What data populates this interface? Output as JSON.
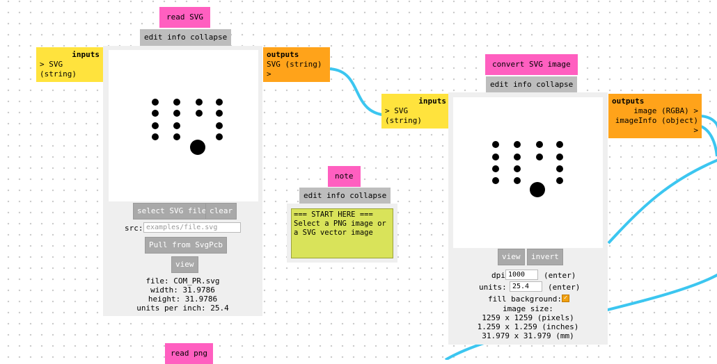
{
  "read_svg": {
    "title": "read SVG",
    "menu": "edit info collapse",
    "inputs_header": "inputs",
    "input_port": "> SVG (string)",
    "outputs_header": "outputs",
    "output_port": "SVG (string) >",
    "select_button": "select SVG file",
    "clear_button": "clear",
    "src_label": "src:",
    "src_placeholder": "examples/file.svg",
    "pull_button": "Pull from SvgPcb",
    "view_button": "view",
    "file_line": "file: COM_PR.svg",
    "width_line": "width: 31.9786",
    "height_line": "height: 31.9786",
    "units_line": "units per inch: 25.4"
  },
  "convert": {
    "title": "convert SVG image",
    "menu": "edit info collapse",
    "inputs_header": "inputs",
    "input_port": "> SVG (string)",
    "outputs_header": "outputs",
    "output_port_1": "image (RGBA) >",
    "output_port_2": "imageInfo (object) >",
    "view_button": "view",
    "invert_button": "invert",
    "dpi_label": "dpi:",
    "dpi_value": "1000",
    "dpi_hint": "(enter)",
    "units_label": "units:",
    "units_value": "25.4",
    "units_hint": "(enter)",
    "fill_label": "fill background:",
    "fill_checked": true,
    "size_title": "image size:",
    "size_pixels": "1259 x 1259 (pixels)",
    "size_inches": "1.259 x 1.259 (inches)",
    "size_mm": "31.979 x 31.979 (mm)"
  },
  "note": {
    "title": "note",
    "menu": "edit info collapse",
    "text": "=== START HERE ===\nSelect a PNG image or\na SVG vector image"
  },
  "read_png": {
    "title": "read png"
  },
  "colors": {
    "title": "#ff5fc0",
    "inputs": "#ffe33d",
    "outputs": "#ffa31a",
    "note_bg": "#d9e35a",
    "wire": "#3cc6f0"
  }
}
